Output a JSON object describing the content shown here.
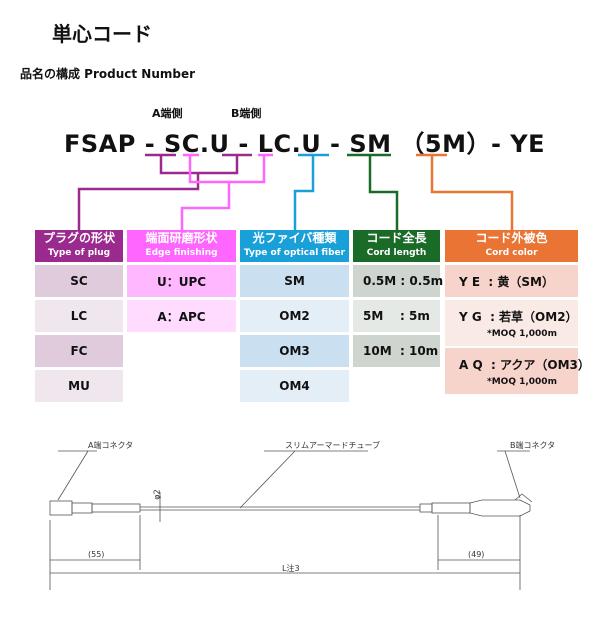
{
  "title": "単心コード",
  "subtitle": "品名の構成  Product Number",
  "a_side": "A端側",
  "b_side": "B端側",
  "product_number": "FSAP - SC.U - LC.U - SM （5M）- YE",
  "colors": {
    "plug": "#9b2a8e",
    "edge": "#ff66ff",
    "fiber": "#1aa0d8",
    "length": "#1a6b28",
    "color": "#ea7434"
  },
  "columns": [
    {
      "title": "プラグの形状",
      "en": "Type of plug",
      "rows": [
        "SC",
        "LC",
        "FC",
        "MU"
      ]
    },
    {
      "title": "端面研磨形状",
      "en": "Edge finishing",
      "rows": [
        "U：UPC",
        "A：APC"
      ]
    },
    {
      "title": "光ファイバ種類",
      "en": "Type of optical fiber",
      "rows": [
        "SM",
        "OM2",
        "OM3",
        "OM4"
      ]
    },
    {
      "title": "コード全長",
      "en": "Cord length",
      "rows": [
        "0.5M : 0.5m",
        "5M    : 5m",
        "10M  : 10m"
      ]
    },
    {
      "title": "コード外被色",
      "en": "Cord color",
      "rows": [
        {
          "text": "Y E  : 黄（SM）"
        },
        {
          "text": "Y G  : 若草（OM2）",
          "note": "*MOQ 1,000m"
        },
        {
          "text": "A Q  : アクア（OM3）",
          "note": "*MOQ 1,000m"
        }
      ]
    }
  ],
  "drawing": {
    "a_connector": "A端コネクタ",
    "tube": "スリムアーマードチューブ",
    "b_connector": "B端コネクタ",
    "dia": "φ2",
    "dim_a": "(55)",
    "dim_b": "(49)",
    "length": "L注3"
  }
}
